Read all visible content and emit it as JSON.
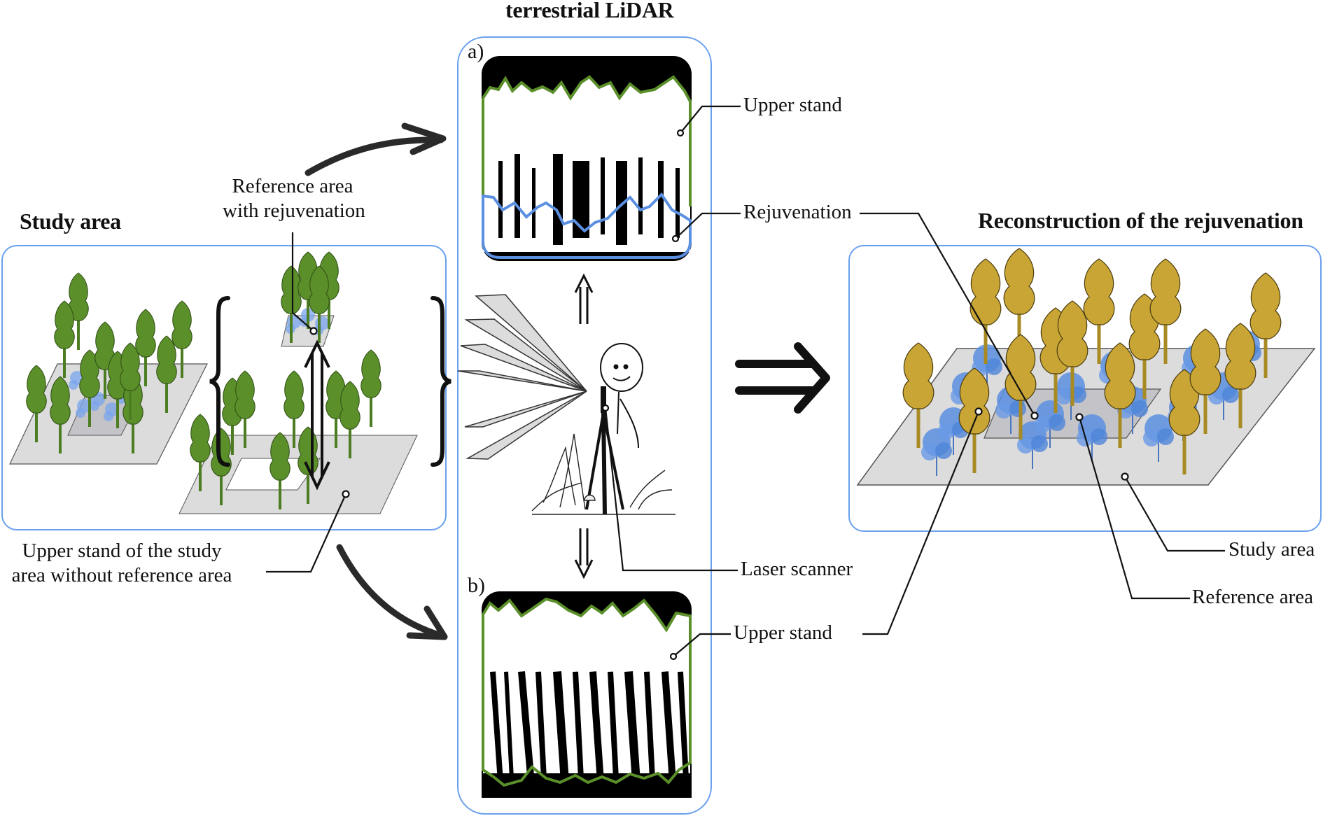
{
  "header": {
    "center_title": "terrestrial LiDAR"
  },
  "left": {
    "title": "Study area",
    "reference_label_line1": "Reference area",
    "reference_label_line2": "with rejuvenation",
    "upper_stand_label_line1": "Upper stand of the study",
    "upper_stand_label_line2": "area without reference area"
  },
  "center": {
    "panel_a_letter": "a)",
    "panel_b_letter": "b)",
    "panel_a_labels": {
      "upper_stand": "Upper stand",
      "rejuvenation": "Rejuvenation"
    },
    "scanner_label": "Laser scanner",
    "panel_b_labels": {
      "upper_stand": "Upper stand"
    }
  },
  "right": {
    "title": "Reconstruction of the rejuvenation",
    "study_area_label": "Study area",
    "reference_area_label": "Reference area"
  },
  "colors": {
    "box_border": "#6aa0ee",
    "upper_stand_green": "#5a8f2a",
    "rejuvenation_blue": "#5b8fe0",
    "reconstructed_gold": "#c9a535",
    "ground_gray": "#dcdcdc",
    "reference_gray": "#c4c4c8",
    "arrow_dark": "#2a2a2a"
  }
}
